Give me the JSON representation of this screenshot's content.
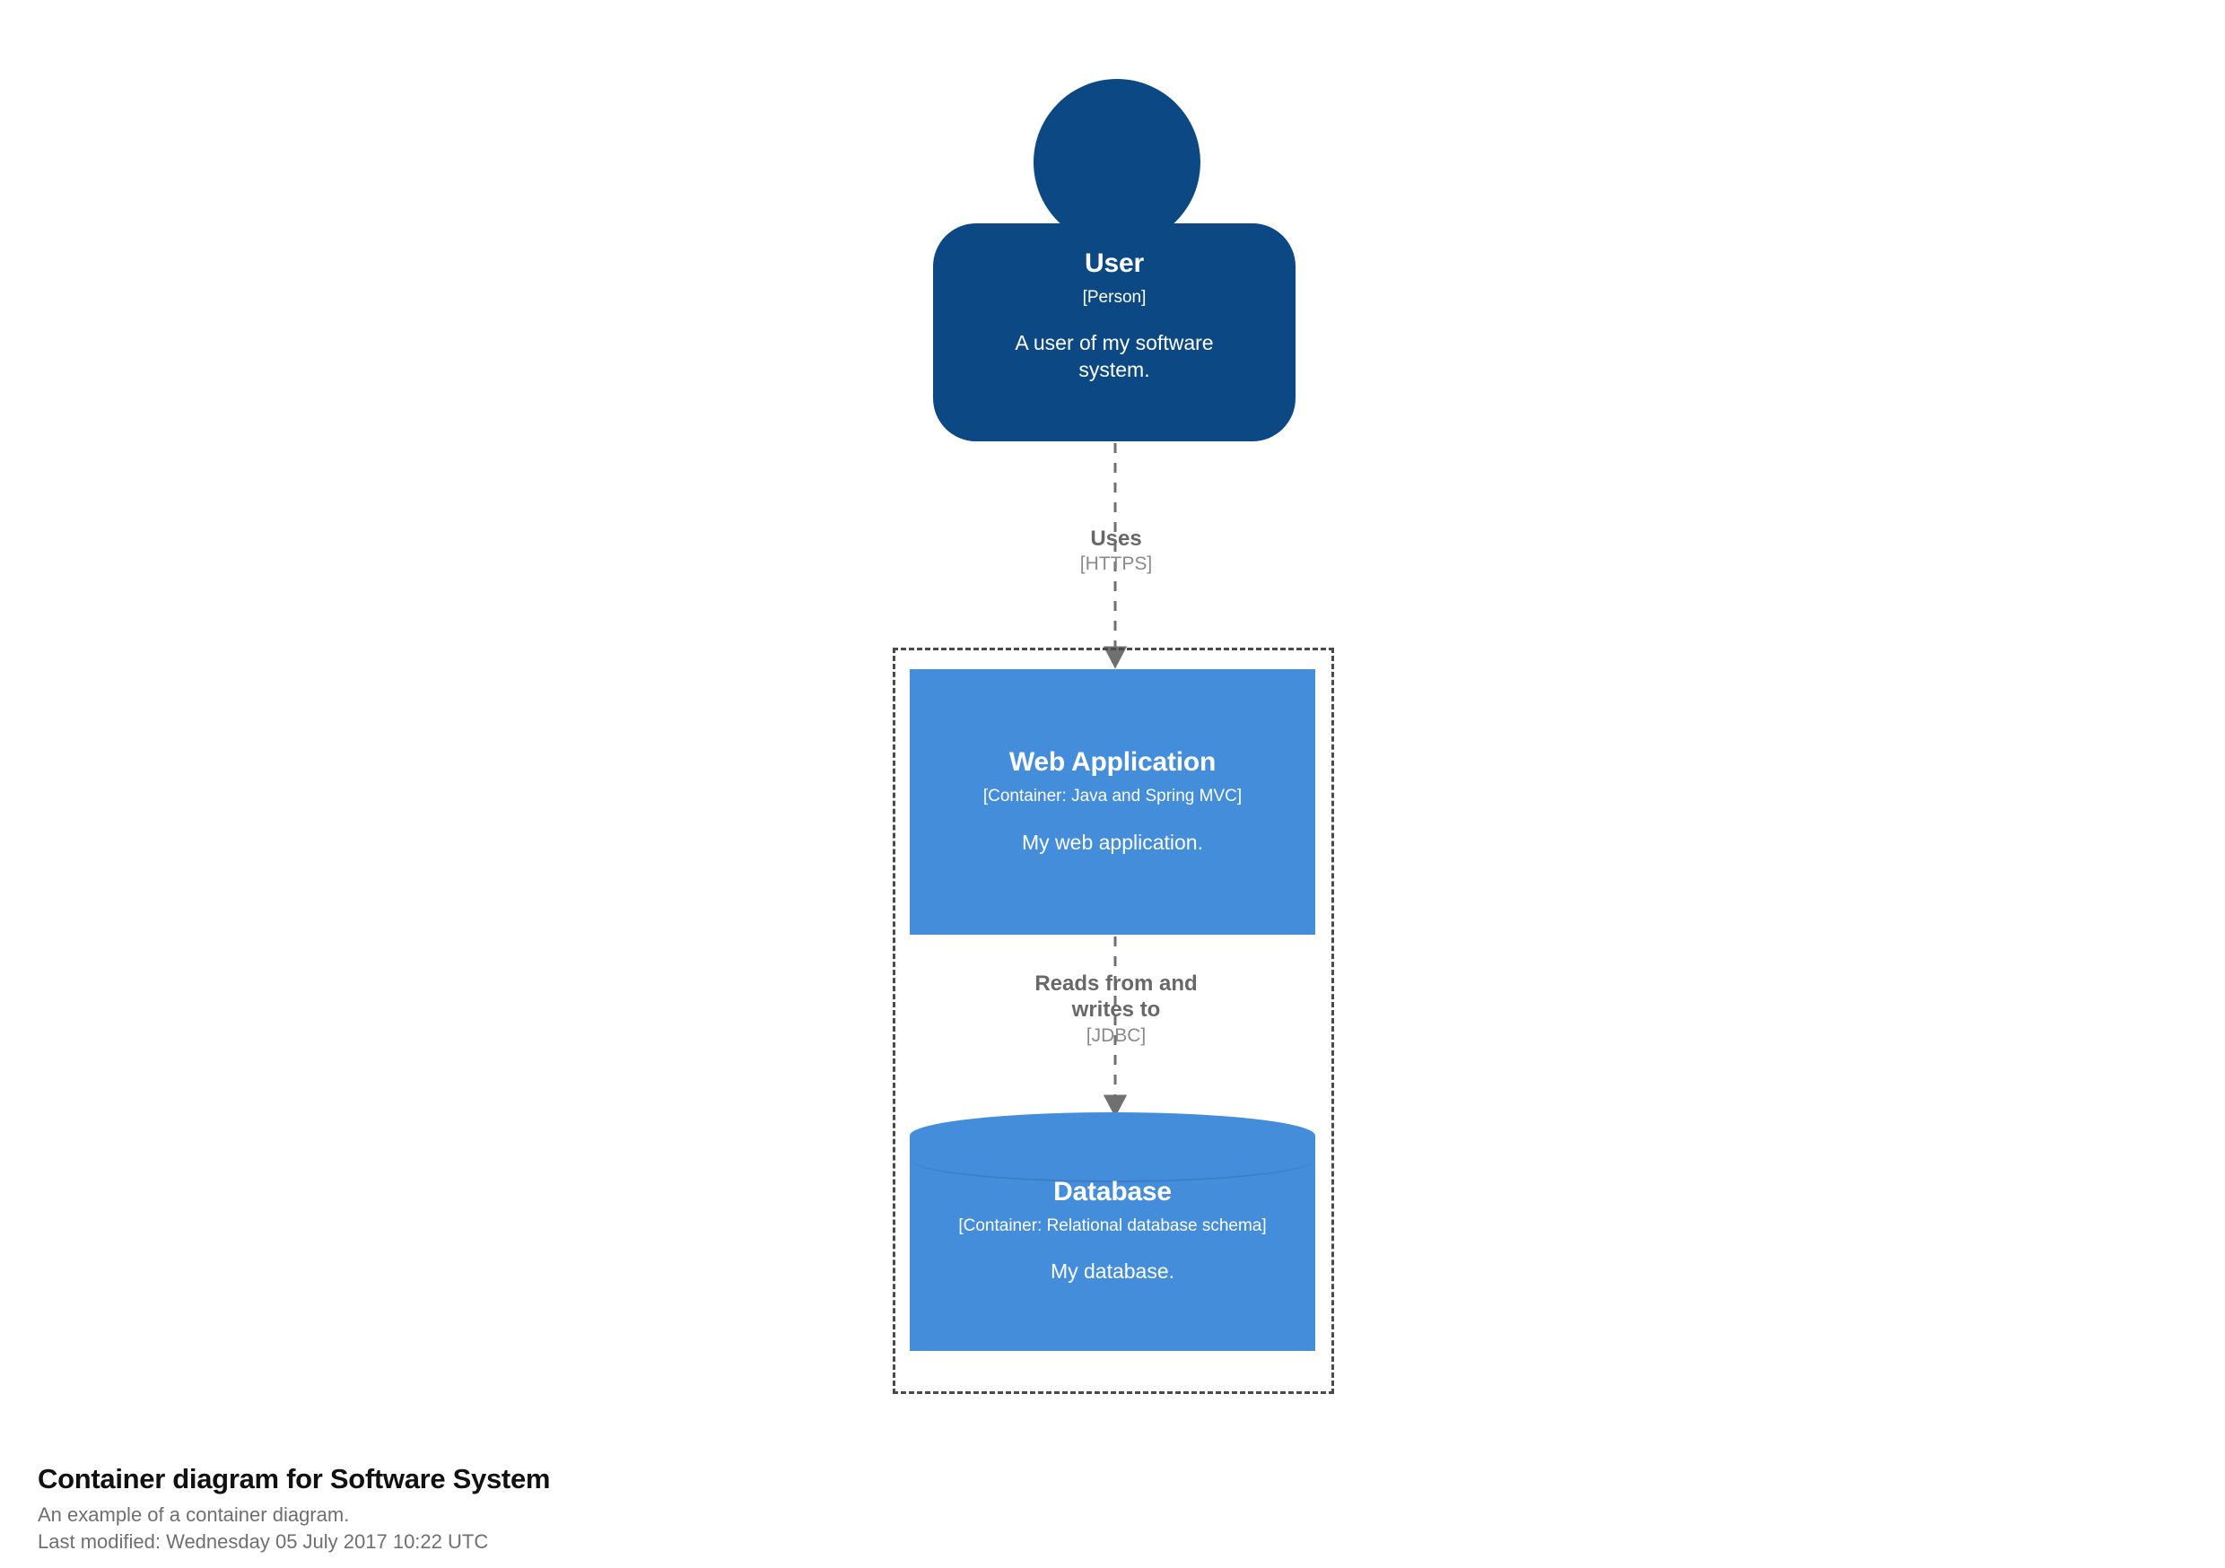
{
  "diagram": {
    "title": "Container diagram for Software System",
    "description": "An example of a container diagram.",
    "last_modified": "Last modified: Wednesday 05 July 2017 10:22 UTC",
    "colors": {
      "person_fill": "#0B4884",
      "container_fill": "#438DDA",
      "boundary_stroke": "#4A4A4A",
      "relationship_line": "#707070",
      "relationship_label": "#686868",
      "relationship_tech": "#8A8A8A",
      "caption_title": "#111111",
      "caption_body": "#6F6F6F",
      "background": "#FFFFFF"
    }
  },
  "elements": {
    "user": {
      "name": "User",
      "tech": "[Person]",
      "description": "A user of my software system.",
      "shape": "person"
    },
    "web_application": {
      "name": "Web Application",
      "tech": "[Container: Java and Spring MVC]",
      "description": "My web application.",
      "shape": "box"
    },
    "database": {
      "name": "Database",
      "tech": "[Container: Relational database schema]",
      "description": "My database.",
      "shape": "cylinder"
    }
  },
  "relationships": [
    {
      "id": "uses",
      "from": "user",
      "to": "web_application",
      "description": "Uses",
      "tech": "[HTTPS]"
    },
    {
      "id": "reads-writes",
      "from": "web_application",
      "to": "database",
      "description_line1": "Reads from and",
      "description_line2": "writes to",
      "tech": "[JDBC]"
    }
  ],
  "boundary": {
    "label": ""
  }
}
